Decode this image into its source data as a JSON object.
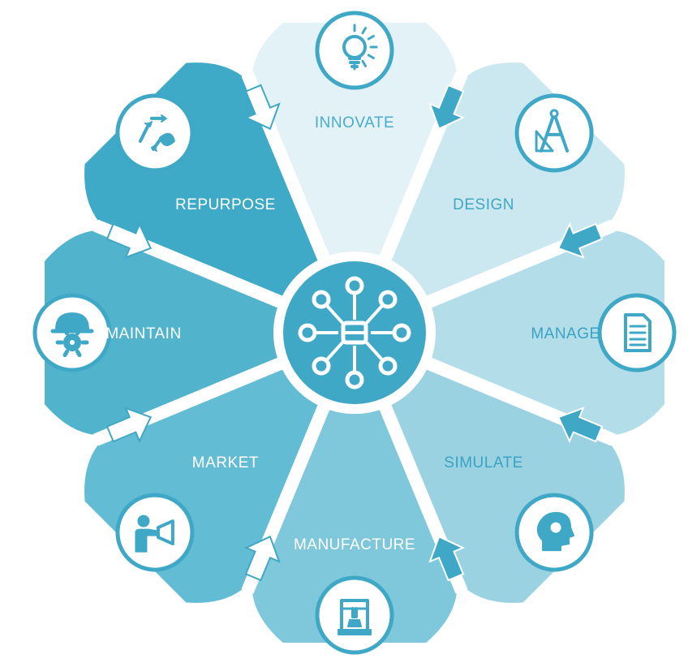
{
  "diagram": {
    "segments": [
      {
        "id": "innovate",
        "label": "INNOVATE",
        "fill": "#e2f2f6",
        "text_color": "#4aaccb",
        "icon": "lightbulb-icon"
      },
      {
        "id": "design",
        "label": "DESIGN",
        "fill": "#cbe8f0",
        "text_color": "#3fa6c6",
        "icon": "drafting-compass-icon"
      },
      {
        "id": "manage",
        "label": "MANAGE",
        "fill": "#b2dde9",
        "text_color": "#3aa3c4",
        "icon": "document-icon"
      },
      {
        "id": "simulate",
        "label": "SIMULATE",
        "fill": "#9ad2e2",
        "text_color": "#3aa3c4",
        "icon": "head-gear-icon"
      },
      {
        "id": "manufacture",
        "label": "MANUFACTURE",
        "fill": "#7fc7da",
        "text_color": "#ffffff",
        "icon": "3d-printer-icon"
      },
      {
        "id": "market",
        "label": "MARKET",
        "fill": "#62bcd3",
        "text_color": "#ffffff",
        "icon": "megaphone-person-icon"
      },
      {
        "id": "maintain",
        "label": "MAINTAIN",
        "fill": "#52b3cc",
        "text_color": "#ffffff",
        "icon": "hardhat-gear-icon"
      },
      {
        "id": "repurpose",
        "label": "REPURPOSE",
        "fill": "#3eaac7",
        "text_color": "#ffffff",
        "icon": "recycle-leaf-icon"
      }
    ],
    "hub_icon": "network-hub-icon",
    "colors": {
      "accent": "#3fa8c6",
      "separator": "#ffffff",
      "icon_stroke": "#3fa8c6",
      "icon_bg": "#ffffff"
    }
  }
}
